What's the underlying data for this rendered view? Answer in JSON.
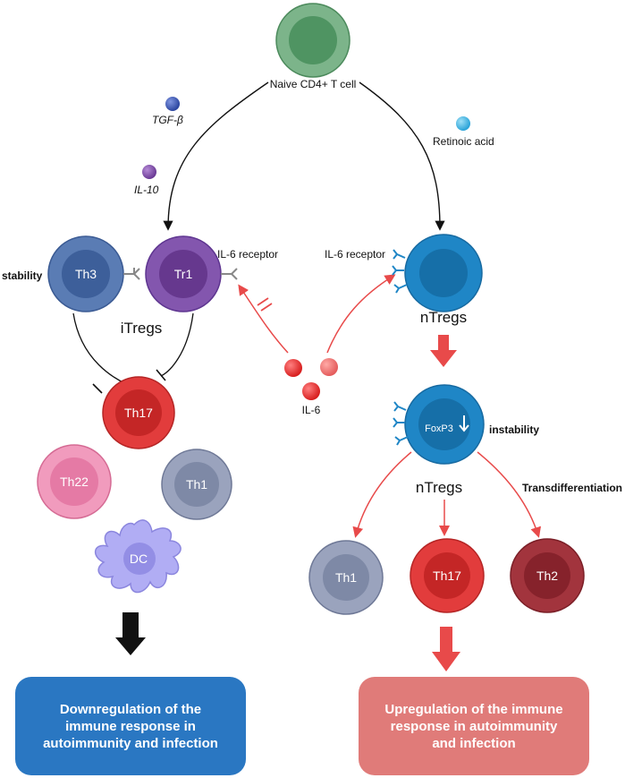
{
  "naive_cell": "Naive CD4+ T cell",
  "cytokines": {
    "tgf_beta": "TGF-β",
    "il10": "IL-10",
    "retinoic_acid": "Retinoic acid",
    "il6": "IL-6"
  },
  "receptor_labels": {
    "left": "IL-6 receptor",
    "right": "IL-6 receptor"
  },
  "cells": {
    "th3": "Th3",
    "tr1": "Tr1",
    "th17_left": "Th17",
    "th22": "Th22",
    "th1_left": "Th1",
    "dc": "DC",
    "foxp3": "FoxP3",
    "th1_right": "Th1",
    "th17_right": "Th17",
    "th2": "Th2"
  },
  "group_labels": {
    "itregs": "iTregs",
    "ntregs_top": "nTregs",
    "ntregs_bottom": "nTregs"
  },
  "annotations": {
    "stability": "stability",
    "instability": "instability",
    "transdifferentiation": "Transdifferentiation"
  },
  "outcomes": {
    "left": "Downregulation of the immune response in autoimmunity and infection",
    "right": "Upregulation of the immune response in autoimmunity and infection"
  },
  "colors": {
    "naive": "#6aa77a",
    "itreg_blue": "#5577b0",
    "tr1_purple": "#7a4aa3",
    "th17_red": "#e23c3c",
    "th22_pink": "#ef8fb4",
    "th1_grey": "#8d97b2",
    "dc_lavender": "#a8a4f2",
    "ntreg_blue": "#1f86c6",
    "th2_darkred": "#a2343d",
    "left_box": "#2a77c2",
    "right_box": "#e07b79",
    "arrow_red": "#e84a4a"
  }
}
